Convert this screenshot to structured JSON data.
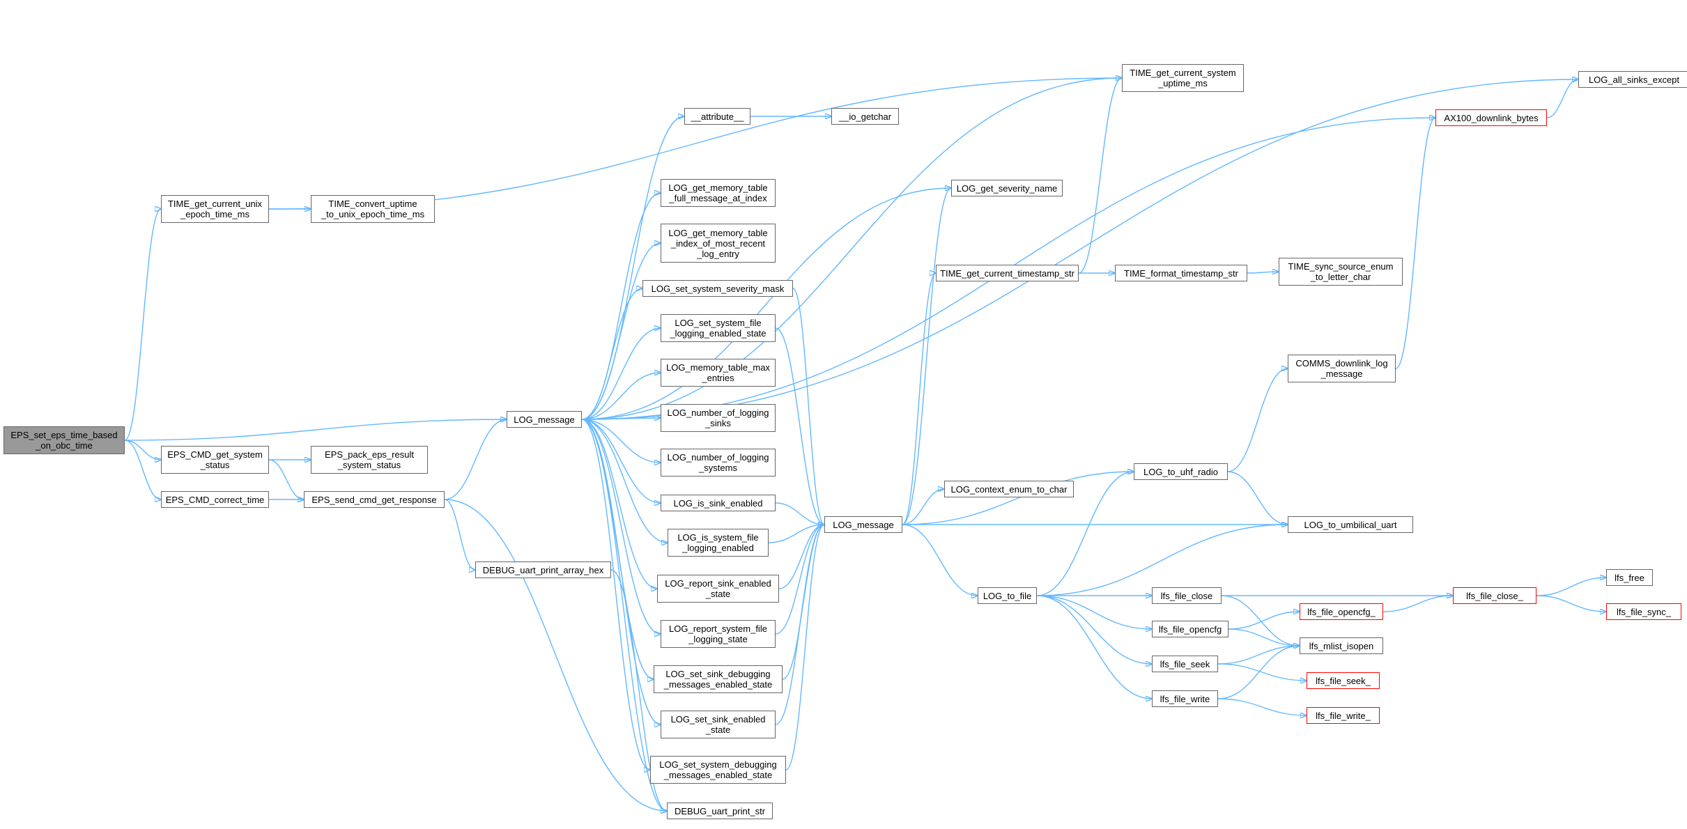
{
  "colors": {
    "edge": "#63b8ff",
    "node_border": "#666666",
    "root_fill": "#999999",
    "truncated_border": "#ff0000"
  },
  "nodes": [
    {
      "id": "eps_set",
      "label": "EPS_set_eps_time_based\n_on_obc_time",
      "root": true
    },
    {
      "id": "time_unix",
      "label": "TIME_get_current_unix\n_epoch_time_ms"
    },
    {
      "id": "time_convert",
      "label": "TIME_convert_uptime\n_to_unix_epoch_time_ms"
    },
    {
      "id": "cmd_status",
      "label": "EPS_CMD_get_system\n_status"
    },
    {
      "id": "pack_status",
      "label": "EPS_pack_eps_result\n_system_status"
    },
    {
      "id": "cmd_correct",
      "label": "EPS_CMD_correct_time"
    },
    {
      "id": "send_cmd",
      "label": "EPS_send_cmd_get_response"
    },
    {
      "id": "debug_hex",
      "label": "DEBUG_uart_print_array_hex"
    },
    {
      "id": "debug_str",
      "label": "DEBUG_uart_print_str"
    },
    {
      "id": "log_msg1",
      "label": "LOG_message"
    },
    {
      "id": "attribute",
      "label": "__attribute__"
    },
    {
      "id": "io_getchar",
      "label": "__io_getchar"
    },
    {
      "id": "get_full",
      "label": "LOG_get_memory_table\n_full_message_at_index"
    },
    {
      "id": "get_index",
      "label": "LOG_get_memory_table\n_index_of_most_recent\n_log_entry"
    },
    {
      "id": "set_sev",
      "label": "LOG_set_system_severity_mask"
    },
    {
      "id": "set_file_log",
      "label": "LOG_set_system_file\n_logging_enabled_state"
    },
    {
      "id": "mem_max",
      "label": "LOG_memory_table_max\n_entries"
    },
    {
      "id": "num_sinks",
      "label": "LOG_number_of_logging\n_sinks"
    },
    {
      "id": "num_systems",
      "label": "LOG_number_of_logging\n_systems"
    },
    {
      "id": "sink_enabled",
      "label": "LOG_is_sink_enabled"
    },
    {
      "id": "sys_file_en",
      "label": "LOG_is_system_file\n_logging_enabled"
    },
    {
      "id": "rep_sink",
      "label": "LOG_report_sink_enabled\n_state"
    },
    {
      "id": "rep_sys_file",
      "label": "LOG_report_system_file\n_logging_state"
    },
    {
      "id": "set_sink_dbg",
      "label": "LOG_set_sink_debugging\n_messages_enabled_state"
    },
    {
      "id": "set_sink_en",
      "label": "LOG_set_sink_enabled\n_state"
    },
    {
      "id": "set_sys_dbg",
      "label": "LOG_set_system_debugging\n_messages_enabled_state"
    },
    {
      "id": "log_msg2",
      "label": "LOG_message"
    },
    {
      "id": "time_uptime",
      "label": "TIME_get_current_system\n_uptime_ms"
    },
    {
      "id": "severity_name",
      "label": "LOG_get_severity_name"
    },
    {
      "id": "timestamp_str",
      "label": "TIME_get_current_timestamp_str"
    },
    {
      "id": "format_ts",
      "label": "TIME_format_timestamp_str"
    },
    {
      "id": "sync_src",
      "label": "TIME_sync_source_enum\n_to_letter_char"
    },
    {
      "id": "context_enum",
      "label": "LOG_context_enum_to_char"
    },
    {
      "id": "log_to_file",
      "label": "LOG_to_file"
    },
    {
      "id": "log_uhf",
      "label": "LOG_to_uhf_radio"
    },
    {
      "id": "comms_dl",
      "label": "COMMS_downlink_log\n_message"
    },
    {
      "id": "ax100",
      "label": "AX100_downlink_bytes",
      "truncated": true
    },
    {
      "id": "all_sinks",
      "label": "LOG_all_sinks_except"
    },
    {
      "id": "umbilical",
      "label": "LOG_to_umbilical_uart"
    },
    {
      "id": "file_close",
      "label": "lfs_file_close"
    },
    {
      "id": "file_opencfg",
      "label": "lfs_file_opencfg"
    },
    {
      "id": "file_seek",
      "label": "lfs_file_seek"
    },
    {
      "id": "file_write",
      "label": "lfs_file_write"
    },
    {
      "id": "file_close_",
      "label": "lfs_file_close_",
      "truncated": true
    },
    {
      "id": "file_opencfg_",
      "label": "lfs_file_opencfg_",
      "truncated": true
    },
    {
      "id": "mlist",
      "label": "lfs_mlist_isopen"
    },
    {
      "id": "file_seek_",
      "label": "lfs_file_seek_",
      "truncated": true
    },
    {
      "id": "file_write_",
      "label": "lfs_file_write_",
      "truncated": true
    },
    {
      "id": "lfs_free",
      "label": "lfs_free"
    },
    {
      "id": "file_sync",
      "label": "lfs_file_sync_",
      "truncated": true
    }
  ],
  "edges": [
    [
      "eps_set",
      "time_unix"
    ],
    [
      "eps_set",
      "log_msg1"
    ],
    [
      "eps_set",
      "cmd_status"
    ],
    [
      "eps_set",
      "cmd_correct"
    ],
    [
      "time_unix",
      "time_convert"
    ],
    [
      "time_unix",
      "time_uptime"
    ],
    [
      "cmd_status",
      "pack_status"
    ],
    [
      "cmd_status",
      "send_cmd"
    ],
    [
      "cmd_correct",
      "send_cmd"
    ],
    [
      "send_cmd",
      "log_msg1"
    ],
    [
      "send_cmd",
      "debug_hex"
    ],
    [
      "send_cmd",
      "debug_str"
    ],
    [
      "debug_hex",
      "debug_str"
    ],
    [
      "log_msg1",
      "time_uptime"
    ],
    [
      "log_msg1",
      "all_sinks"
    ],
    [
      "log_msg1",
      "ax100"
    ],
    [
      "log_msg1",
      "attribute"
    ],
    [
      "log_msg1",
      "severity_name"
    ],
    [
      "log_msg1",
      "get_full"
    ],
    [
      "log_msg1",
      "get_index"
    ],
    [
      "log_msg1",
      "set_sev"
    ],
    [
      "log_msg1",
      "set_file_log"
    ],
    [
      "log_msg1",
      "mem_max"
    ],
    [
      "log_msg1",
      "num_sinks"
    ],
    [
      "log_msg1",
      "num_systems"
    ],
    [
      "log_msg1",
      "sink_enabled"
    ],
    [
      "log_msg1",
      "sys_file_en"
    ],
    [
      "log_msg1",
      "rep_sink"
    ],
    [
      "log_msg1",
      "rep_sys_file"
    ],
    [
      "log_msg1",
      "set_sink_dbg"
    ],
    [
      "log_msg1",
      "set_sink_en"
    ],
    [
      "log_msg1",
      "set_sys_dbg"
    ],
    [
      "log_msg1",
      "debug_str"
    ],
    [
      "attribute",
      "io_getchar"
    ],
    [
      "set_sev",
      "log_msg2"
    ],
    [
      "set_file_log",
      "log_msg2"
    ],
    [
      "sink_enabled",
      "log_msg2"
    ],
    [
      "sys_file_en",
      "log_msg2"
    ],
    [
      "rep_sink",
      "log_msg2"
    ],
    [
      "rep_sys_file",
      "log_msg2"
    ],
    [
      "set_sink_dbg",
      "log_msg2"
    ],
    [
      "set_sink_en",
      "log_msg2"
    ],
    [
      "set_sys_dbg",
      "log_msg2"
    ],
    [
      "log_msg2",
      "severity_name"
    ],
    [
      "log_msg2",
      "timestamp_str"
    ],
    [
      "log_msg2",
      "context_enum"
    ],
    [
      "log_msg2",
      "log_uhf"
    ],
    [
      "log_msg2",
      "umbilical"
    ],
    [
      "log_msg2",
      "log_to_file"
    ],
    [
      "timestamp_str",
      "time_uptime"
    ],
    [
      "timestamp_str",
      "format_ts"
    ],
    [
      "format_ts",
      "sync_src"
    ],
    [
      "log_uhf",
      "comms_dl"
    ],
    [
      "log_uhf",
      "umbilical"
    ],
    [
      "comms_dl",
      "ax100"
    ],
    [
      "ax100",
      "all_sinks"
    ],
    [
      "log_to_file",
      "log_uhf"
    ],
    [
      "log_to_file",
      "umbilical"
    ],
    [
      "log_to_file",
      "file_close"
    ],
    [
      "log_to_file",
      "file_opencfg"
    ],
    [
      "log_to_file",
      "file_seek"
    ],
    [
      "log_to_file",
      "file_write"
    ],
    [
      "file_close",
      "file_close_"
    ],
    [
      "file_close",
      "mlist"
    ],
    [
      "file_opencfg",
      "file_opencfg_"
    ],
    [
      "file_opencfg",
      "mlist"
    ],
    [
      "file_seek",
      "mlist"
    ],
    [
      "file_seek",
      "file_seek_"
    ],
    [
      "file_write",
      "mlist"
    ],
    [
      "file_write",
      "file_write_"
    ],
    [
      "file_opencfg_",
      "file_close_"
    ],
    [
      "file_close_",
      "lfs_free"
    ],
    [
      "file_close_",
      "file_sync"
    ]
  ]
}
